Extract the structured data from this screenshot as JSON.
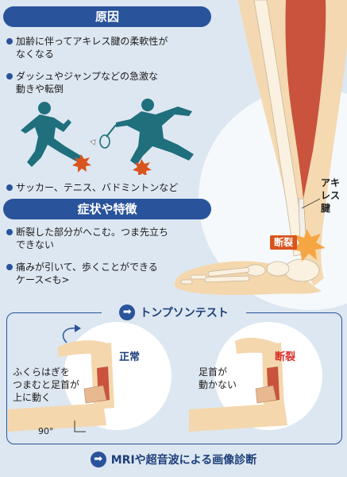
{
  "cause": {
    "title": "原因",
    "items": [
      "加齢に伴ってアキレス腱の柔軟性が\nなくなる",
      "ダッシュやジャンプなどの急激な\n動きや転倒",
      "サッカー、テニス、バドミントンなど"
    ]
  },
  "symptoms": {
    "title": "症状や特徴",
    "items": [
      "断裂した部分がへこむ。つま先立ち\nできない",
      "痛みが引いて、歩くことができる\nケース<も>"
    ]
  },
  "leg": {
    "achilles_label": "アキレス\n腱",
    "rupture_label": "断裂"
  },
  "thompson": {
    "title": "トンプソンテスト",
    "normal_label": "正常",
    "normal_desc": "ふくらはぎを\nつまむと足首が\n上に動く",
    "angle_label": "90°",
    "ruptured_label": "断裂",
    "ruptured_desc": "足首が\n動かない"
  },
  "footer": {
    "text": "MRIや超音波による画像診断"
  },
  "colors": {
    "accent_blue": "#29539b",
    "panel_bg": "#dde7f1",
    "normal_label_color": "#1d3f7a",
    "ruptured_label_color": "#d9302a",
    "muscle_color": "#c9533d",
    "skin_color": "#f4d7ad"
  },
  "icons": [
    "arrow-right-icon",
    "impact-star-icon",
    "runner-icon",
    "badminton-player-icon"
  ]
}
